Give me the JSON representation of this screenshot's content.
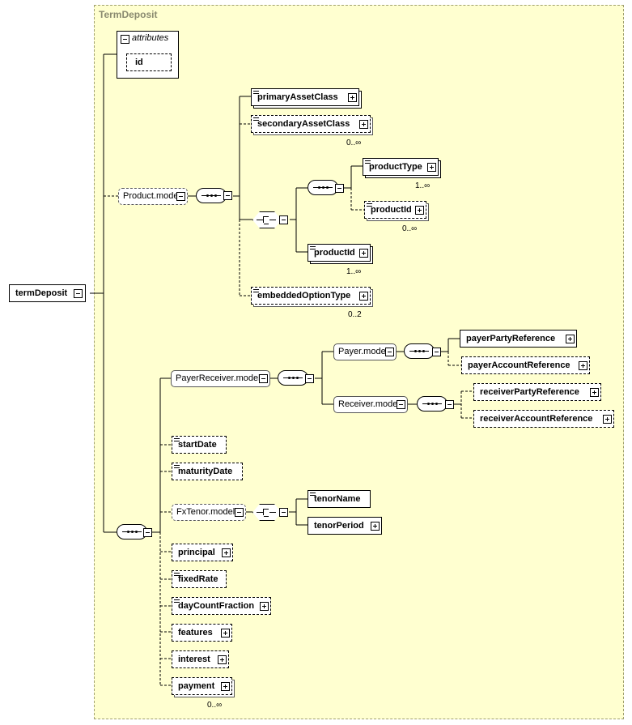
{
  "frame": {
    "title": "TermDeposit"
  },
  "root": {
    "label": "termDeposit"
  },
  "attributes": {
    "header": "attributes",
    "id_label": "id"
  },
  "product": {
    "group_label": "Product.model",
    "primaryAssetClass": "primaryAssetClass",
    "secondaryAssetClass": "secondaryAssetClass",
    "secondaryAssetClass_card": "0..∞",
    "productType": "productType",
    "productType_card": "1..∞",
    "productId_opt": "productId",
    "productId_opt_card": "0..∞",
    "productId": "productId",
    "productId_card": "1..∞",
    "embeddedOptionType": "embeddedOptionType",
    "embeddedOptionType_card": "0..2"
  },
  "payer_receiver": {
    "group_label": "PayerReceiver.model",
    "payer_group": "Payer.model",
    "payerPartyReference": "payerPartyReference",
    "payerAccountReference": "payerAccountReference",
    "receiver_group": "Receiver.model",
    "receiverPartyReference": "receiverPartyReference",
    "receiverAccountReference": "receiverAccountReference"
  },
  "dates": {
    "startDate": "startDate",
    "maturityDate": "maturityDate"
  },
  "fx_tenor": {
    "group_label": "FxTenor.model",
    "tenorName": "tenorName",
    "tenorPeriod": "tenorPeriod"
  },
  "other": {
    "principal": "principal",
    "fixedRate": "fixedRate",
    "dayCountFraction": "dayCountFraction",
    "features": "features",
    "interest": "interest",
    "payment": "payment",
    "payment_card": "0..∞"
  }
}
